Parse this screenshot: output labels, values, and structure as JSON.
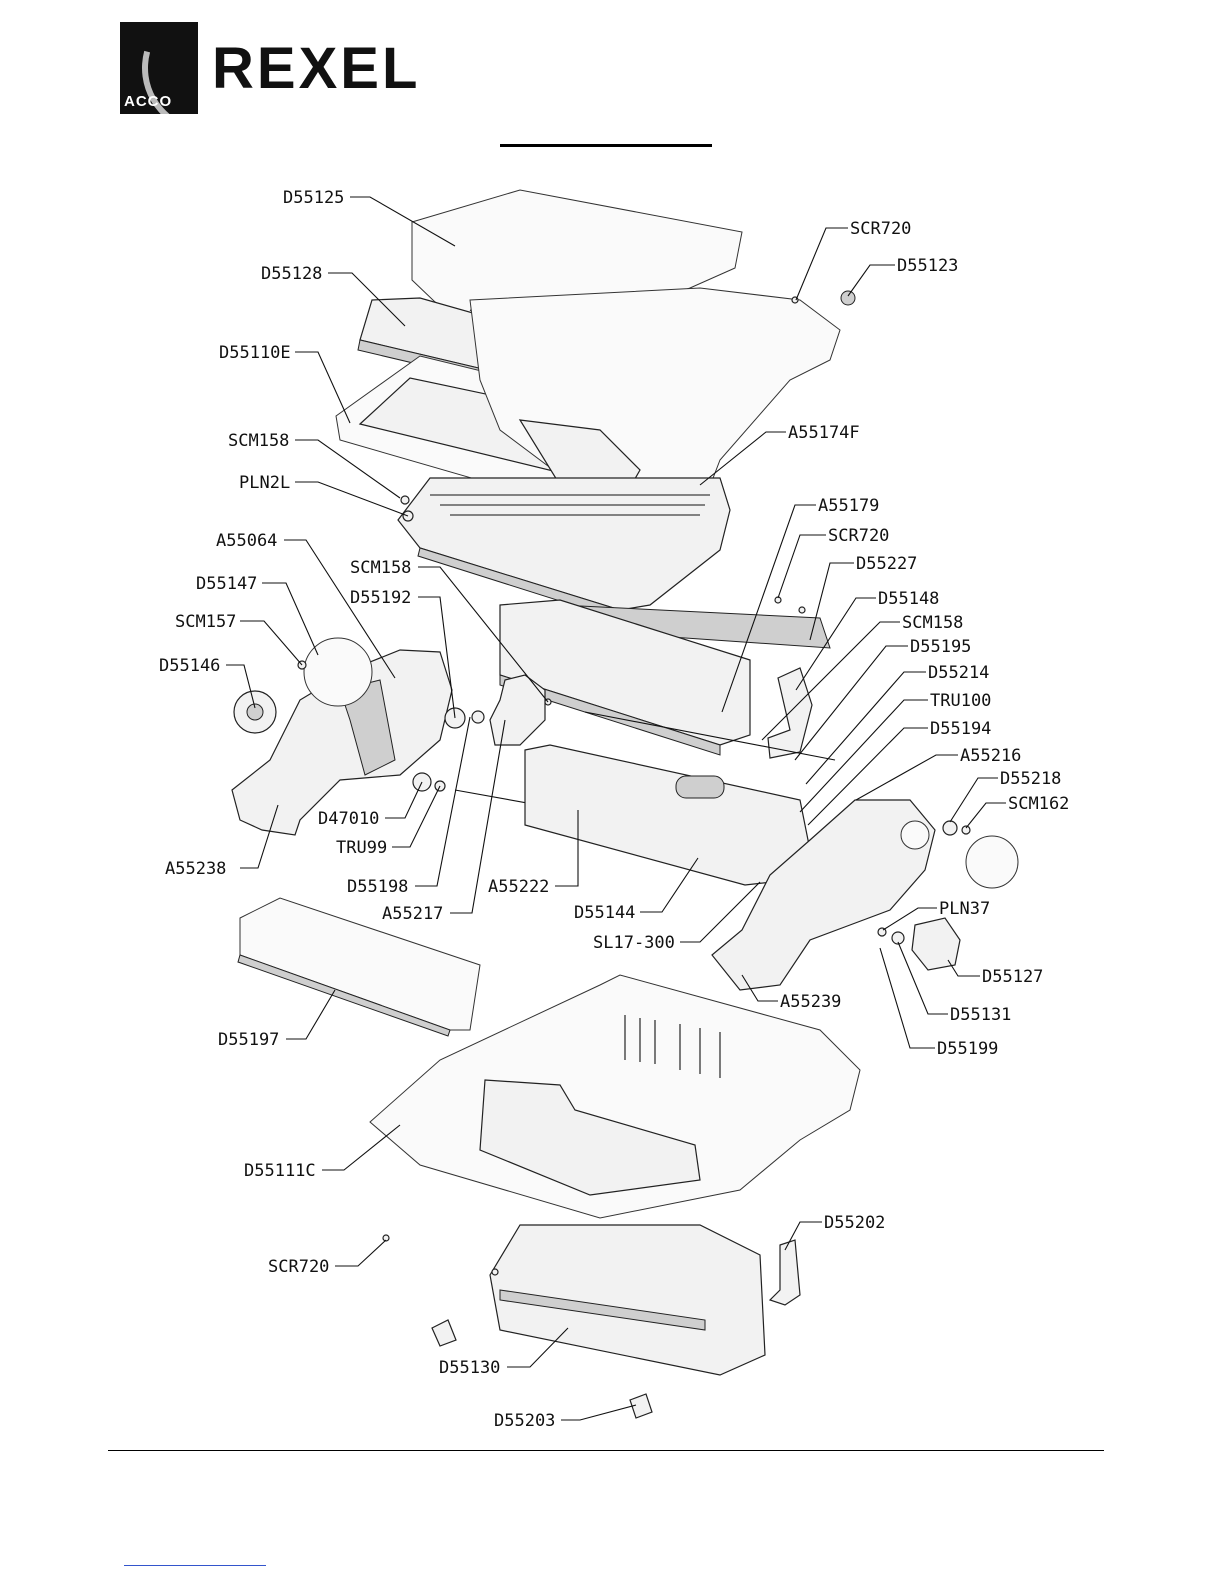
{
  "brand": {
    "sub": "ACCO",
    "name": "REXEL"
  },
  "callouts": [
    {
      "text": "D55125"
    },
    {
      "text": "D55128"
    },
    {
      "text": "D55110E"
    },
    {
      "text": "SCM158"
    },
    {
      "text": "PLN2L"
    },
    {
      "text": "A55064"
    },
    {
      "text": "D55147"
    },
    {
      "text": "SCM157"
    },
    {
      "text": "D55146"
    },
    {
      "text": "SCM158"
    },
    {
      "text": "D55192"
    },
    {
      "text": "A55238"
    },
    {
      "text": "D47010"
    },
    {
      "text": "TRU99"
    },
    {
      "text": "D55198"
    },
    {
      "text": "A55217"
    },
    {
      "text": "A55222"
    },
    {
      "text": "D55144"
    },
    {
      "text": "SL17-300"
    },
    {
      "text": "D55197"
    },
    {
      "text": "D55111C"
    },
    {
      "text": "SCR720"
    },
    {
      "text": "D55130"
    },
    {
      "text": "D55203"
    },
    {
      "text": "SCR720"
    },
    {
      "text": "D55123"
    },
    {
      "text": "A55174F"
    },
    {
      "text": "A55179"
    },
    {
      "text": "SCR720"
    },
    {
      "text": "D55227"
    },
    {
      "text": "D55148"
    },
    {
      "text": "SCM158"
    },
    {
      "text": "D55195"
    },
    {
      "text": "D55214"
    },
    {
      "text": "TRU100"
    },
    {
      "text": "D55194"
    },
    {
      "text": "A55216"
    },
    {
      "text": "D55218"
    },
    {
      "text": "SCM162"
    },
    {
      "text": "PLN37"
    },
    {
      "text": "D55127"
    },
    {
      "text": "A55239"
    },
    {
      "text": "D55131"
    },
    {
      "text": "D55199"
    },
    {
      "text": "D55202"
    }
  ]
}
